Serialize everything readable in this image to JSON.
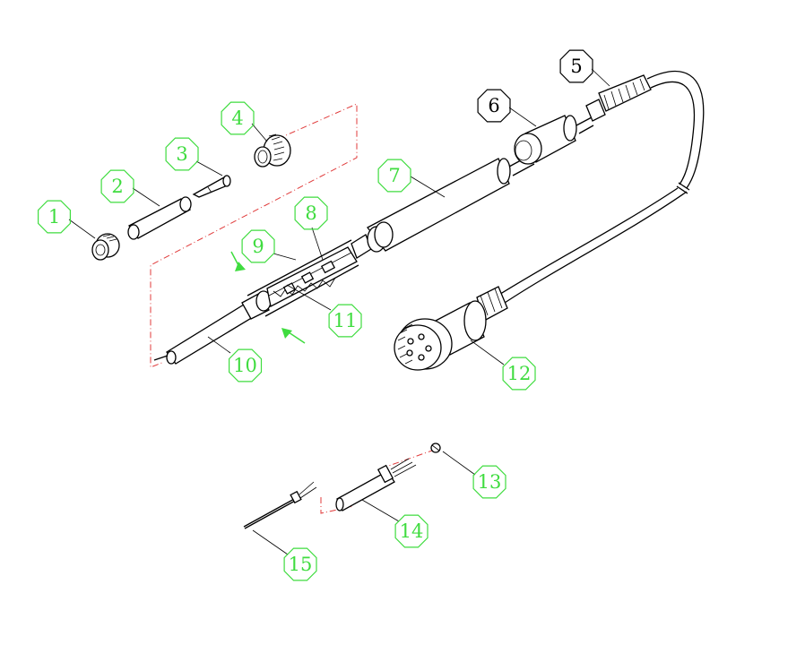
{
  "diagram": {
    "line_color": "#000000",
    "callout_color_green": "#3fdc3f",
    "callout_color_black": "#000000",
    "leader_dash_color": "#e03a3a",
    "callouts": [
      {
        "id": "c1",
        "label": "1",
        "color": "green"
      },
      {
        "id": "c2",
        "label": "2",
        "color": "green"
      },
      {
        "id": "c3",
        "label": "3",
        "color": "green"
      },
      {
        "id": "c4",
        "label": "4",
        "color": "green"
      },
      {
        "id": "c5",
        "label": "5",
        "color": "black"
      },
      {
        "id": "c6",
        "label": "6",
        "color": "black"
      },
      {
        "id": "c7",
        "label": "7",
        "color": "green"
      },
      {
        "id": "c8",
        "label": "8",
        "color": "green"
      },
      {
        "id": "c9",
        "label": "9",
        "color": "green"
      },
      {
        "id": "c10",
        "label": "10",
        "color": "green"
      },
      {
        "id": "c11",
        "label": "11",
        "color": "green"
      },
      {
        "id": "c12",
        "label": "12",
        "color": "green"
      },
      {
        "id": "c13",
        "label": "13",
        "color": "green"
      },
      {
        "id": "c14",
        "label": "14",
        "color": "green"
      },
      {
        "id": "c15",
        "label": "15",
        "color": "green"
      }
    ]
  }
}
